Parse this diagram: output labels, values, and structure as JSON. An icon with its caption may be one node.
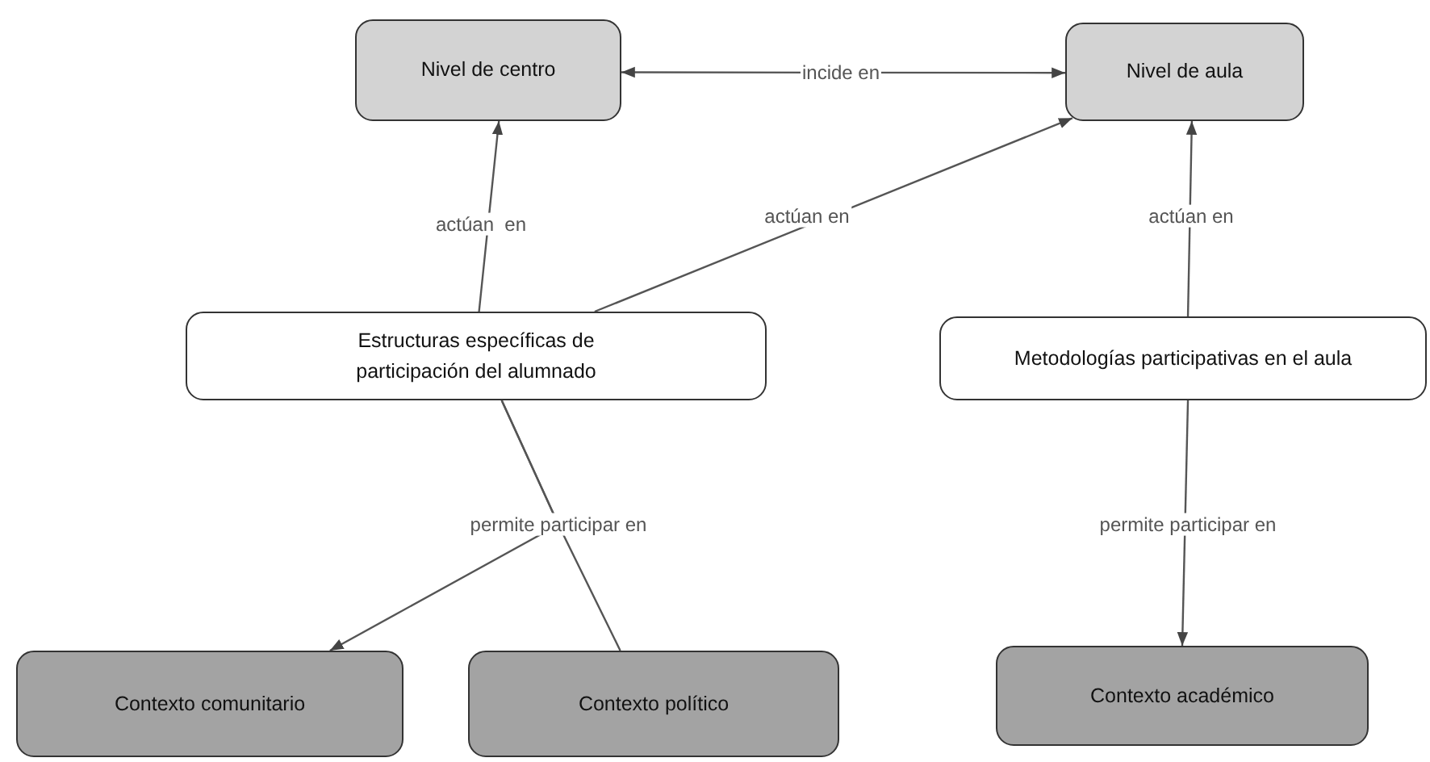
{
  "diagram": {
    "nodes": [
      {
        "text": [
          "Nivel de centro"
        ]
      },
      {
        "text": [
          "Nivel de aula"
        ]
      },
      {
        "text": [
          "Estructuras específicas de participación del alumnado"
        ]
      },
      {
        "text": [
          "Metodologías participativas en el aula"
        ]
      },
      {
        "text": [
          "Contexto comunitario"
        ]
      },
      {
        "text": [
          "Contexto político"
        ]
      },
      {
        "text": [
          "Contexto académico"
        ]
      }
    ],
    "edges": [
      {
        "from": 0,
        "to": 1,
        "arrow": "both",
        "label": "incide en"
      },
      {
        "from": 2,
        "to": 0,
        "arrow": "to",
        "label": "actúan  en"
      },
      {
        "from": 2,
        "to": 1,
        "arrow": "to",
        "label": "actúan en"
      },
      {
        "from": 3,
        "to": 1,
        "arrow": "to",
        "label": "actúan en"
      },
      {
        "from": 2,
        "to": 4,
        "arrow": "to",
        "label": "permite participar en"
      },
      {
        "from": 2,
        "to": 5,
        "arrow": "none"
      },
      {
        "from": 3,
        "to": 6,
        "arrow": "to",
        "label": "permite participar en"
      }
    ]
  }
}
